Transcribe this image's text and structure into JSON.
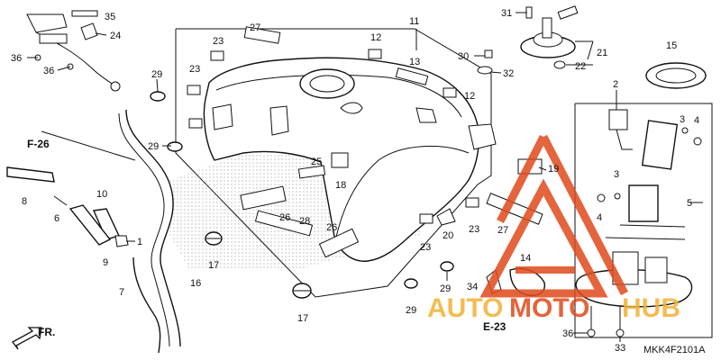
{
  "diagram": {
    "code": "MKK4F2101A",
    "references": {
      "f26": "F-26",
      "e23": "E-23",
      "front": "FR."
    },
    "watermark": {
      "word_1": "AUTO",
      "word_2": "MOTO",
      "word_3": "HUB",
      "accent": "#e04a1c",
      "base": "#f2b134"
    },
    "callouts": {
      "c1": "1",
      "c2": "2",
      "c3a": "3",
      "c3b": "3",
      "c4a": "4",
      "c4b": "4",
      "c5": "5",
      "c6": "6",
      "c7": "7",
      "c8": "8",
      "c9": "9",
      "c10": "10",
      "c11": "11",
      "c12a": "12",
      "c12b": "12",
      "c13": "13",
      "c14": "14",
      "c15": "15",
      "c16": "16",
      "c17a": "17",
      "c17b": "17",
      "c18": "18",
      "c19": "19",
      "c20": "20",
      "c21": "21",
      "c22": "22",
      "c23a": "23",
      "c23b": "23",
      "c23c": "23",
      "c23d": "23",
      "c24": "24",
      "c25": "25",
      "c26a": "26",
      "c26b": "26",
      "c27a": "27",
      "c27b": "27",
      "c28": "28",
      "c29a": "29",
      "c29b": "29",
      "c29c": "29",
      "c29d": "29",
      "c30": "30",
      "c31": "31",
      "c32": "32",
      "c33": "33",
      "c34": "34",
      "c35": "35",
      "c36a": "36",
      "c36b": "36",
      "c36c": "36"
    }
  }
}
